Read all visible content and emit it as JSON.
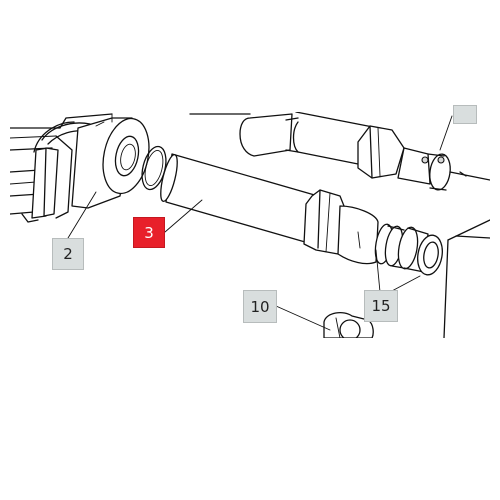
{
  "colors": {
    "callout_bg": "#d9dede",
    "callout_active": "#e8202a",
    "line": "#111111"
  },
  "callouts": [
    {
      "id": "2",
      "label": "2",
      "active": false
    },
    {
      "id": "3",
      "label": "3",
      "active": true
    },
    {
      "id": "10",
      "label": "10",
      "active": false
    },
    {
      "id": "15",
      "label": "15",
      "active": false
    },
    {
      "id": "11",
      "label": "",
      "active": false
    }
  ]
}
